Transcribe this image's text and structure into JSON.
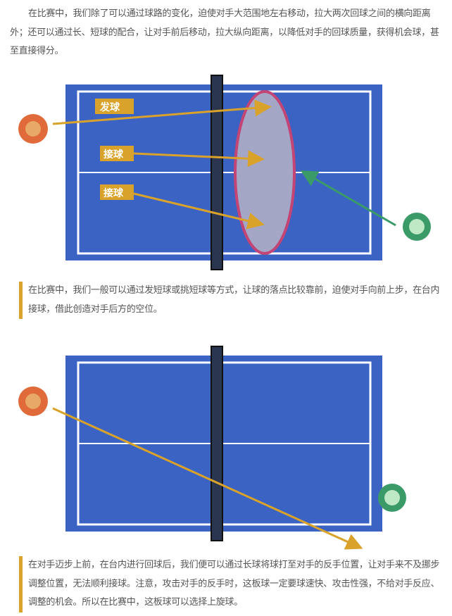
{
  "intro": "在比赛中，我们除了可以通过球路的变化，迫使对手大范围地左右移动，拉大两次回球之间的横向距离外；还可以通过长、短球的配合，让对手前后移动，拉大纵向距离，以降低对手的回球质量，获得机会球，甚至直接得分。",
  "diagram1": {
    "labels": [
      "发球",
      "接球",
      "接球"
    ]
  },
  "quote1": "在比赛中，我们一般可以通过发短球或挑短球等方式，让球的落点比较靠前，迫使对手向前上步，在台内接球，借此创造对手后方的空位。",
  "quote2": "在对手迈步上前，在台内进行回球后，我们便可以通过长球将球打至对手的反手位置，让对手来不及挪步调整位置，无法顺利接球。注意，攻击对手的反手时，这板球一定要球速快、攻击性强，不给对手反应、调整的机会。所以在比赛中，这板球可以选择上旋球。",
  "colors": {
    "table": "#3a63c4",
    "accent": "#d9a22a",
    "orange_player": "#e06a3a",
    "green_player": "#3a9a68"
  }
}
